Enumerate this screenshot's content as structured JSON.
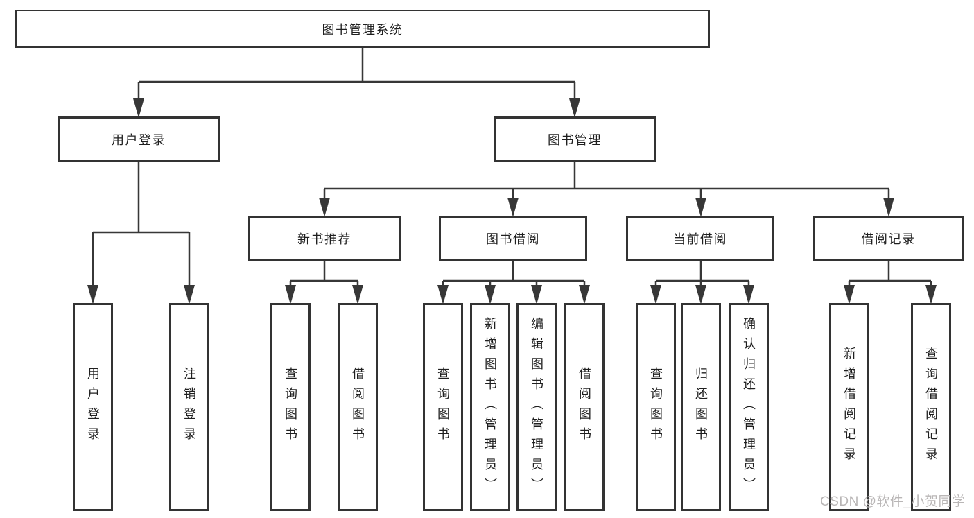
{
  "colors": {
    "background": "#ffffff",
    "box_fill": "#ffffff",
    "border": "#333333",
    "line": "#373737",
    "text": "#1f1f1f",
    "watermark": "#b9b6b6"
  },
  "tree": {
    "root": "图书管理系统",
    "branches": [
      {
        "label": "用户登录",
        "leaves": [
          "用户登录",
          "注销登录"
        ]
      },
      {
        "label": "图书管理",
        "sections": [
          {
            "label": "新书推荐",
            "leaves": [
              "查询图书",
              "借阅图书"
            ]
          },
          {
            "label": "图书借阅",
            "leaves": [
              "查询图书",
              "新增图书（管理员）",
              "编辑图书（管理员）",
              "借阅图书"
            ]
          },
          {
            "label": "当前借阅",
            "leaves": [
              "查询图书",
              "归还图书",
              "确认归还（管理员）"
            ]
          },
          {
            "label": "借阅记录",
            "leaves": [
              "新增借阅记录",
              "查询借阅记录"
            ]
          }
        ]
      }
    ]
  },
  "watermark": "CSDN @软件_小贺同学"
}
